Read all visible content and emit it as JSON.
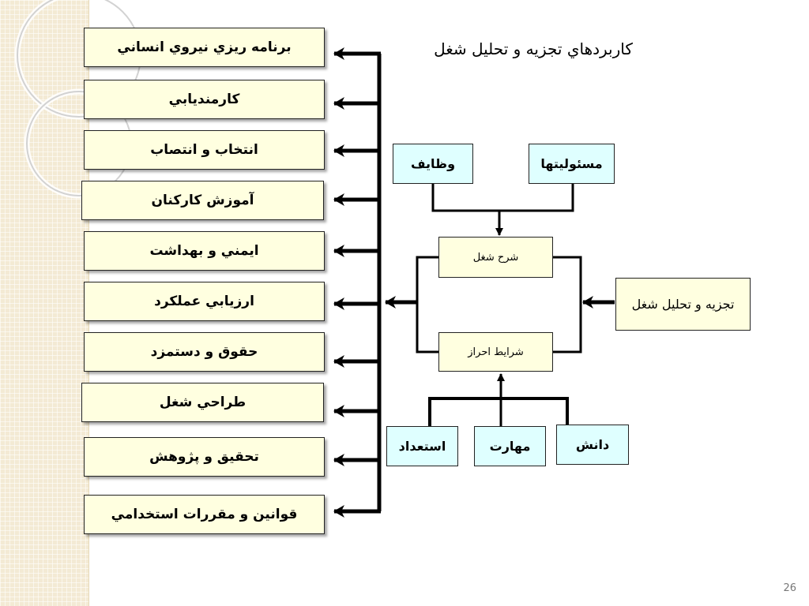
{
  "title": "كاربردهاي تجزيه و تحليل شغل",
  "applications": [
    "برنامه ريزي نيروي انساني",
    "كارمنديابي",
    "انتخاب و انتصاب",
    "آموزش كاركنان",
    "ايمني و بهداشت",
    "ارزيابي عملكرد",
    "حقوق و دستمزد",
    "طراحي شغل",
    "تحقيق و پژوهش",
    "قوانين و مقررات استخدامي"
  ],
  "job_description_inputs": [
    "وظايف",
    "مسئوليتها"
  ],
  "job_description": "شرح شغل",
  "job_specification": "شرايط احراز",
  "job_specification_inputs": [
    "استعداد",
    "مهارت",
    "دانش"
  ],
  "job_analysis": "تجزيه و تحليل شغل",
  "slide_number": "26",
  "colors": {
    "app_box_fill": "#ffffe0",
    "cyan_box_fill": "#dfffff",
    "line": "#000000",
    "side_band": "#f3ead4"
  }
}
